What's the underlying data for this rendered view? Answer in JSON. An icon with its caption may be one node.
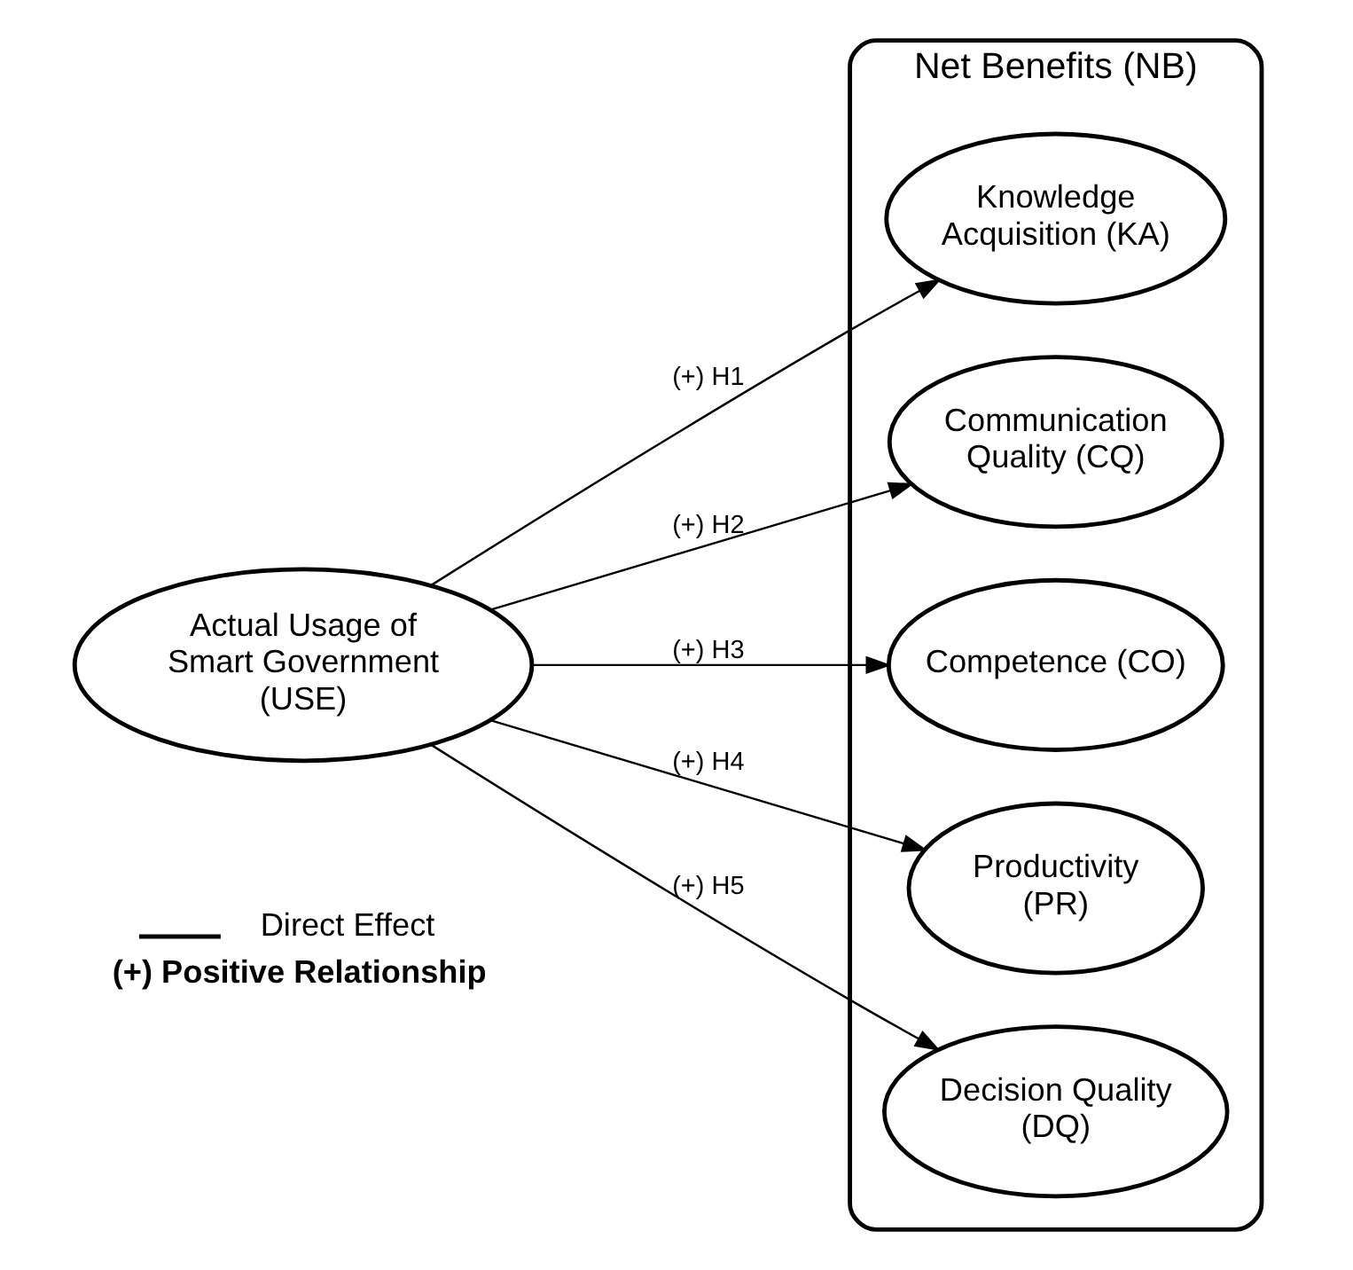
{
  "diagram": {
    "nodes": [
      {
        "text": [
          "Net Benefits (NB)"
        ]
      },
      {
        "text": [
          "Knowledge Acquisition (KA)"
        ],
        "in": 0
      },
      {
        "text": [
          "Communication Quality (CQ)"
        ],
        "in": 0
      },
      {
        "text": [
          "Competence (CO)"
        ],
        "in": 0
      },
      {
        "text": [
          "Productivity (PR)"
        ],
        "in": 0
      },
      {
        "text": [
          "Decision Quality (DQ)"
        ],
        "in": 0
      },
      {
        "text": [
          "Actual Usage of Smart Government (USE)"
        ]
      }
    ],
    "edges": [
      {
        "from": 6,
        "to": 1,
        "arrow": "to",
        "label": "(+) H1"
      },
      {
        "from": 6,
        "to": 2,
        "arrow": "to",
        "label": "(+) H2"
      },
      {
        "from": 6,
        "to": 3,
        "arrow": "to",
        "label": "(+) H3"
      },
      {
        "from": 6,
        "to": 4,
        "arrow": "to",
        "label": "(+) H4"
      },
      {
        "from": 6,
        "to": 5,
        "arrow": "to",
        "label": "(+) H5"
      }
    ],
    "labels": [
      "(+) Positive Relationship"
    ],
    "legend": [
      {
        "text": "Direct Effect"
      }
    ]
  }
}
